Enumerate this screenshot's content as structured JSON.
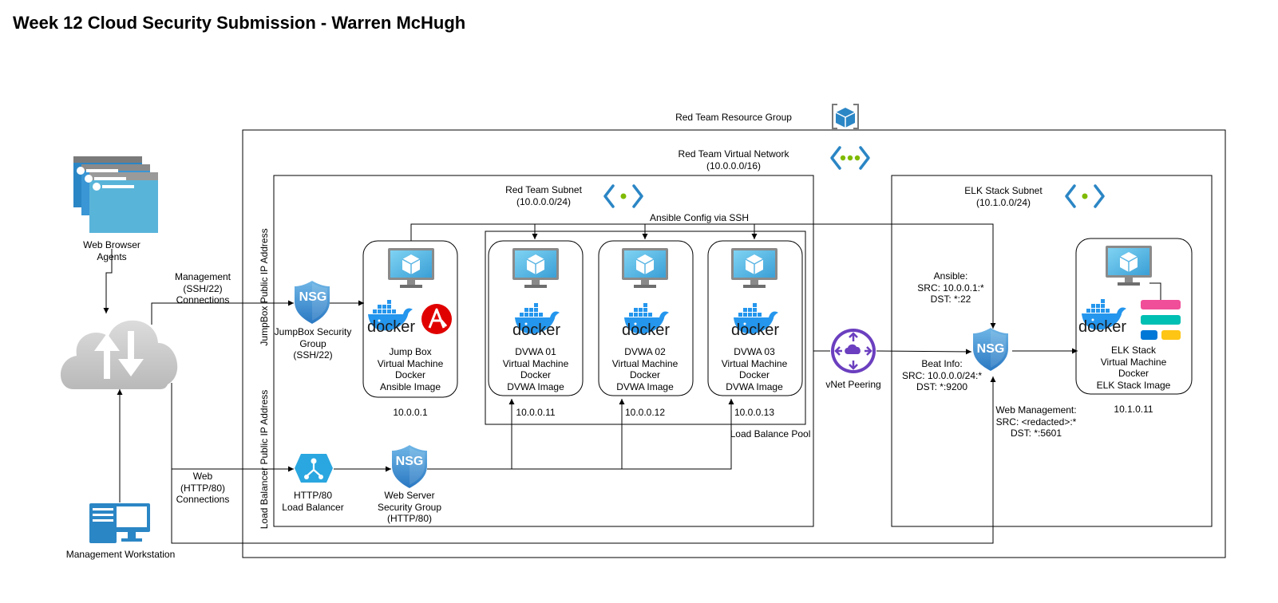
{
  "title": "Week 12 Cloud Security Submission - Warren McHugh",
  "resource_group": {
    "label": "Red Team Resource Group",
    "icon": "resource-group-icon"
  },
  "virtual_network": {
    "label": "Red Team Virtual Network",
    "cidr": "(10.0.0.0/16)",
    "icon": "virtual-network-icon"
  },
  "red_subnet": {
    "label": "Red Team Subnet",
    "cidr": "(10.0.0.0/24)",
    "icon": "subnet-icon"
  },
  "elk_subnet": {
    "label": "ELK Stack Subnet",
    "cidr": "(10.1.0.0/24)",
    "icon": "subnet-icon"
  },
  "browser_agents": {
    "line1": "Web Browser",
    "line2": "Agents"
  },
  "workstation": {
    "label": "Management Workstation"
  },
  "conn_management": {
    "line1": "Management",
    "line2": "(SSH/22)",
    "line3": "Connections"
  },
  "conn_web": {
    "line1": "Web",
    "line2": "(HTTP/80)",
    "line3": "Connections"
  },
  "jumpbox_ip_label": "JumpBox Public IP Address",
  "lb_ip_label": "Load Balancer Public IP Address",
  "jumpbox_nsg": {
    "badge": "NSG",
    "line1": "JumpBox Security",
    "line2": "Group",
    "line3": "(SSH/22)"
  },
  "web_nsg": {
    "badge": "NSG",
    "line1": "Web Server",
    "line2": "Security Group",
    "line3": "(HTTP/80)"
  },
  "elk_nsg": {
    "badge": "NSG"
  },
  "load_balancer": {
    "line1": "HTTP/80",
    "line2": "Load Balancer"
  },
  "ansible_config": "Ansible Config via SSH",
  "lb_pool": "Load Balance Pool",
  "docker_word": "docker",
  "jumpbox_vm": {
    "line1": "Jump Box",
    "line2": "Virtual Machine",
    "line3": "Docker",
    "line4": "Ansible Image",
    "ip": "10.0.0.1"
  },
  "dvwa1": {
    "line1": "DVWA 01",
    "line2": "Virtual Machine",
    "line3": "Docker",
    "line4": "DVWA Image",
    "ip": "10.0.0.11"
  },
  "dvwa2": {
    "line1": "DVWA 02",
    "line2": "Virtual Machine",
    "line3": "Docker",
    "line4": "DVWA Image",
    "ip": "10.0.0.12"
  },
  "dvwa3": {
    "line1": "DVWA 03",
    "line2": "Virtual Machine",
    "line3": "Docker",
    "line4": "DVWA Image",
    "ip": "10.0.0.13"
  },
  "elk_vm": {
    "line1": "ELK Stack",
    "line2": "Virtual Machine",
    "line3": "Docker",
    "line4": "ELK Stack Image",
    "ip": "10.1.0.11"
  },
  "vnet_peering": "vNet Peering",
  "ansible_rule": {
    "line1": "Ansible:",
    "line2": "SRC: 10.0.0.1:*",
    "line3": "DST: *:22"
  },
  "beat_rule": {
    "line1": "Beat Info:",
    "line2": "SRC: 10.0.0.0/24:*",
    "line3": "DST: *:9200"
  },
  "webmgmt_rule": {
    "line1": "Web Management:",
    "line2": "SRC: <redacted>:*",
    "line3": "DST: *:5601"
  },
  "colors": {
    "azure_blue": "#2b86c5",
    "light_blue": "#59b4d9",
    "docker_blue": "#2496ed",
    "ansible_red": "#e00000",
    "peering_purple": "#6b3fbf",
    "cloud_gray": "#cfcfcf",
    "nsg_blue": "#3e8ed0",
    "elk_pink": "#f04e98",
    "elk_teal": "#00bfb3",
    "elk_blue": "#0078d7",
    "elk_yellow": "#fec514"
  }
}
